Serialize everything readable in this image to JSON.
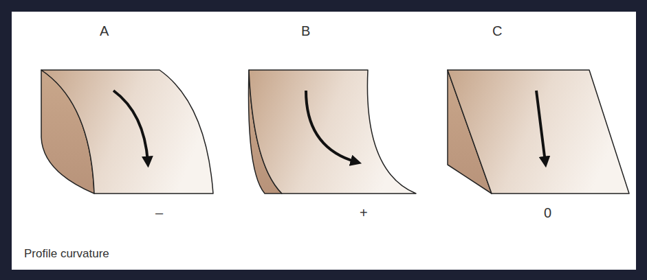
{
  "diagram": {
    "caption": "Profile curvature",
    "labels": [
      "A",
      "B",
      "C",
      "–",
      "+",
      "0"
    ]
  }
}
